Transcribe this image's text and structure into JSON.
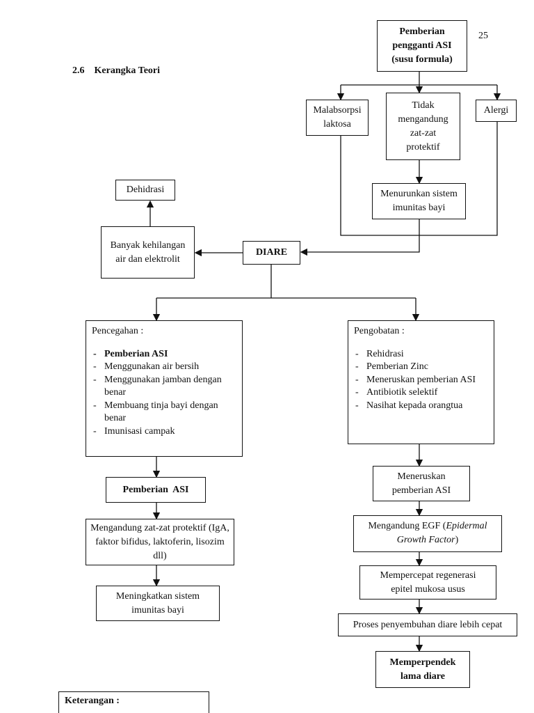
{
  "page_number": "25",
  "section": {
    "number": "2.6",
    "title": "Kerangka Teori"
  },
  "nodes": {
    "formula": "Pemberian pengganti ASI (susu formula)",
    "malabsorpsi": "Malabsorpsi laktosa",
    "tidak": "Tidak mengandung zat-zat protektif",
    "alergi": "Alergi",
    "menurunkan": "Menurunkan sistem imunitas bayi",
    "dehidrasi": "Dehidrasi",
    "banyak": "Banyak kehilangan air dan elektrolit",
    "diare": "DIARE",
    "pencegahan_title": "Pencegahan :",
    "pencegahan_items": [
      "Pemberian ASI",
      "Menggunakan air bersih",
      "Menggunakan jamban dengan benar",
      "Membuang tinja bayi dengan benar",
      "Imunisasi campak"
    ],
    "pengobatan_title": "Pengobatan :",
    "pengobatan_items": [
      "Rehidrasi",
      "Pemberian Zinc",
      "Meneruskan pemberian ASI",
      "Antibiotik selektif",
      "Nasihat kepada orangtua"
    ],
    "pemberian_asi": "Pemberian  ASI",
    "zat_protektif": "Mengandung zat-zat protektif (IgA, faktor bifidus, laktoferin, lisozim dll)",
    "meningkatkan": "Meningkatkan sistem imunitas bayi",
    "meneruskan": "Meneruskan pemberian ASI",
    "egf_prefix": "Mengandung EGF (",
    "egf_italic": "Epidermal Growth Factor",
    "egf_suffix": ")",
    "mempercepat": "Mempercepat regenerasi epitel mukosa usus",
    "proses": "Proses penyembuhan diare lebih cepat",
    "memperpendek": "Memperpendek lama diare"
  },
  "legend": {
    "title": "Keterangan :"
  }
}
